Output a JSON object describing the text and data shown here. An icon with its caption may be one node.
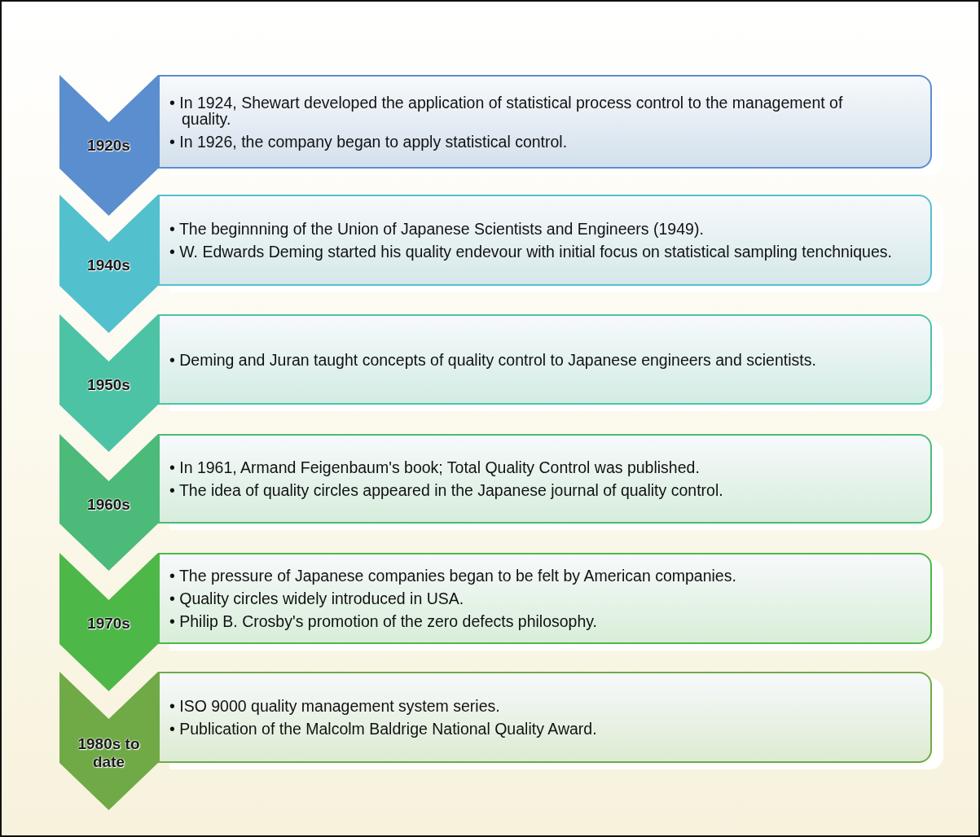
{
  "diagram": {
    "nodes": [
      {
        "text": [
          "1920s"
        ]
      },
      {
        "text": [
          "• In 1924, Shewart developed the application of statistical process control to the management of quality.",
          "• In 1926, the company began to apply statistical control."
        ]
      },
      {
        "text": [
          "1940s"
        ]
      },
      {
        "text": [
          "• The beginnning of the Union of Japanese Scientists and Engineers (1949).",
          "• W. Edwards Deming started his quality endevour with initial focus on statistical sampling tenchniques."
        ]
      },
      {
        "text": [
          "1950s"
        ]
      },
      {
        "text": [
          "• Deming and Juran taught concepts of quality control to Japanese engineers and scientists."
        ]
      },
      {
        "text": [
          "1960s"
        ]
      },
      {
        "text": [
          "• In 1961, Armand Feigenbaum's book; Total Quality Control was published.",
          "• The idea of quality circles appeared in the Japanese journal of quality control."
        ]
      },
      {
        "text": [
          "1970s"
        ]
      },
      {
        "text": [
          "• The pressure of Japanese companies began to be felt by American companies.",
          "• Quality circles widely introduced in USA.",
          "• Philip B. Crosby's promotion of the zero defects philosophy."
        ]
      },
      {
        "text": [
          "1980s to date"
        ]
      },
      {
        "text": [
          "• ISO 9000 quality management system series.",
          "• Publication of the Malcolm Baldrige National Quality Award."
        ]
      }
    ]
  }
}
